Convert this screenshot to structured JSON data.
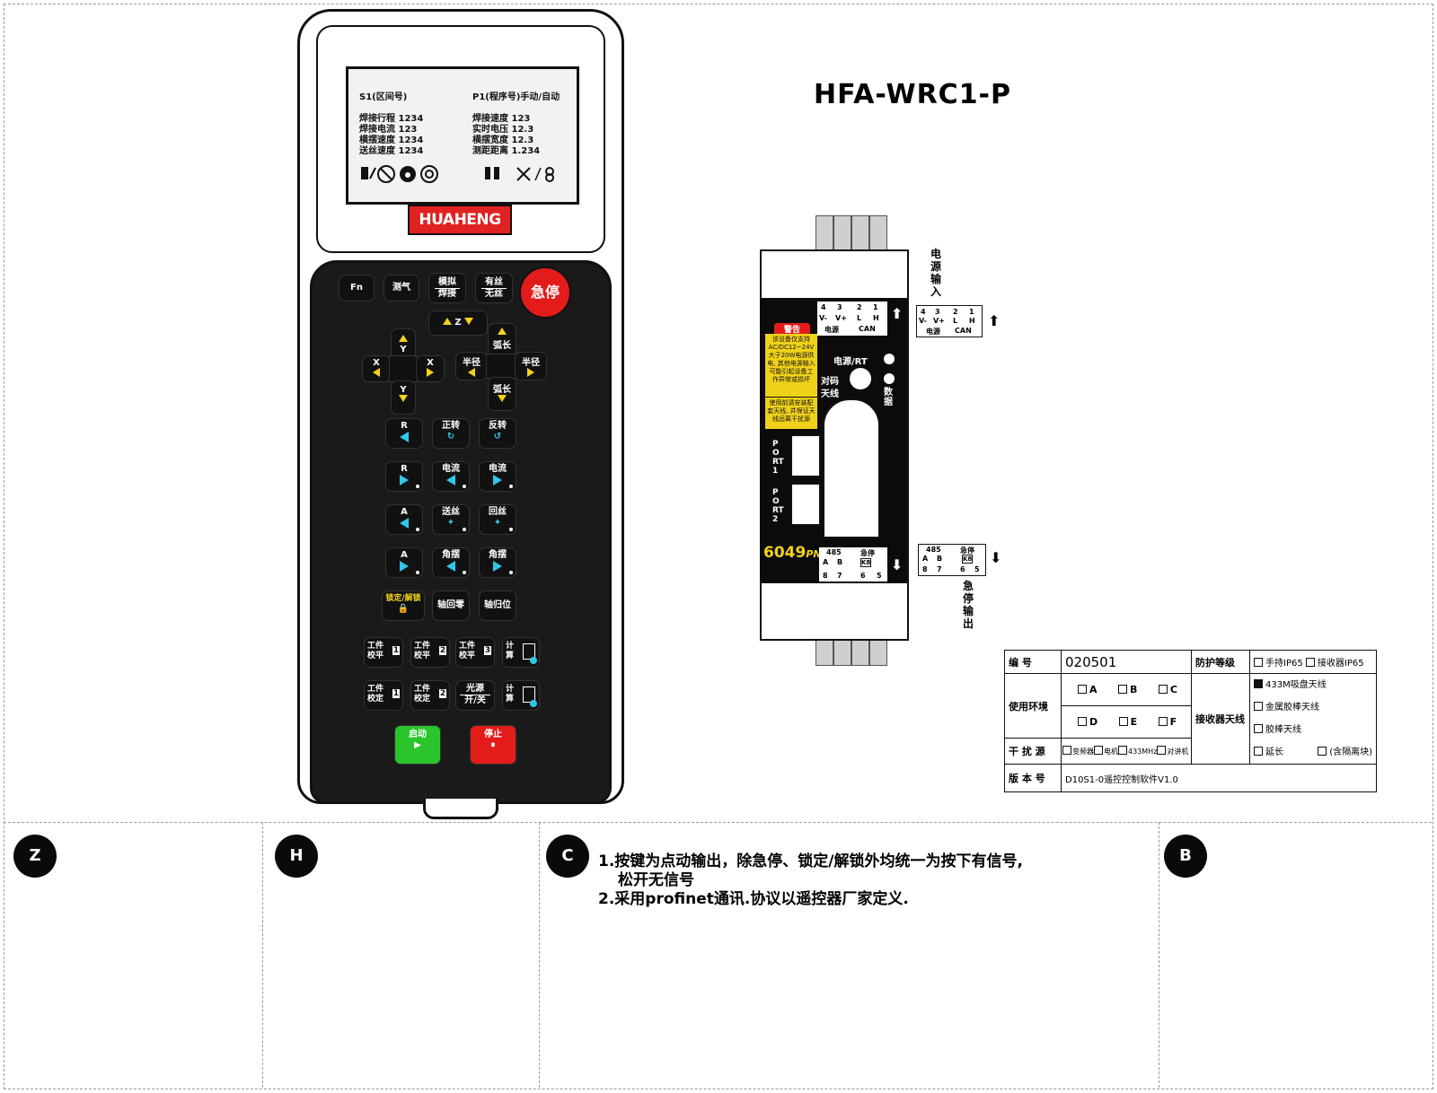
{
  "title": "HFA-WRC1-P",
  "lcd": {
    "left_header": "S1(区间号)",
    "right_header": "P1(程序号)手动/自动",
    "left_rows": [
      "焊接行程  1234",
      "焊接电流  123",
      "横摆速度  1234",
      "送丝速度  1234"
    ],
    "right_rows": [
      "焊接速度  123",
      "实时电压  12.3",
      "横摆宽度  12.3",
      "测距距离  1.234"
    ]
  },
  "logo": "HUAHENG",
  "keys": {
    "fn": "Fn",
    "gas": "测气",
    "sim1": "模拟",
    "sim2": "焊接",
    "wire1": "有丝",
    "wire2": "无丝",
    "estop": "急停",
    "z": "Z",
    "y_up": "Y",
    "y_down": "Y",
    "x_left": "X",
    "x_right": "X",
    "arc_up": "弧长",
    "arc_down": "弧长",
    "radius_left": "半径",
    "radius_right": "半径",
    "r1": "R",
    "fwd": "正转",
    "rev": "反转",
    "r2": "R",
    "cur1": "电流",
    "cur2": "电流",
    "a1": "A",
    "feed": "送丝",
    "retract": "回丝",
    "a2": "A",
    "swing1": "角摆",
    "swing2": "角摆",
    "lock": "锁定/解锁",
    "axis_zero": "轴回零",
    "axis_home": "轴归位",
    "work1": "工件\n校平",
    "work2": "工件\n校平",
    "work3": "工件\n校平",
    "calc": "计\n算",
    "cal1": "工件\n校定",
    "cal2": "工件\n校定",
    "light1": "光源",
    "light2": "开/关",
    "calc2": "计\n算",
    "start": "启动",
    "stop": "停止",
    "n1": "1",
    "n2": "2",
    "n3": "3",
    "m1": "1",
    "m2": "2"
  },
  "module": {
    "power_input": "电源输入",
    "estop_output": "急停输出",
    "warn_title": "警告",
    "warn_text1": "该设备仅支持AC/DC12~24V大于20W电源供电, 其他电源输入可能引起设备工作异常或损坏",
    "warn_text2": "使用前请安装配套天线, 并保证天线远离干扰源",
    "power_rt": "电源/RT",
    "pair": "对码",
    "antenna": "天线",
    "data": "数据",
    "port1": "PORT1",
    "port2": "PORT2",
    "model": "6049",
    "model_suffix": "PN",
    "top_pins": [
      "4",
      "3",
      "2",
      "1"
    ],
    "top_pin_labels": [
      "V-",
      "V+",
      "L",
      "H"
    ],
    "top_groups": [
      "电源",
      "CAN"
    ],
    "bottom_groups": [
      "485",
      "急停"
    ],
    "bottom_pin_labels": [
      "A",
      "B"
    ],
    "bottom_pins": [
      "8",
      "7",
      "6",
      "5"
    ],
    "relay": "K8"
  },
  "info": {
    "serial_label": "编    号",
    "serial": "020501",
    "protect_label": "防护等级",
    "protect_opt1": "手持IP65",
    "protect_opt2": "接收器IP65",
    "env_label": "使用环境",
    "env_opts": [
      "A",
      "B",
      "C",
      "D",
      "E",
      "F"
    ],
    "antenna_label": "接收器天线",
    "antenna_opts": [
      "433M吸盘天线",
      "金属胶棒天线",
      "胶棒天线",
      "延长"
    ],
    "antenna_extra": "(含隔离块)",
    "interf_label": "干 扰 源",
    "interf_opts": [
      "变频器",
      "电机",
      "433MHz",
      "对讲机"
    ],
    "version_label": "版 本 号",
    "version": "D10S1-0遥控控制软件V1.0"
  },
  "zones": [
    "Z",
    "H",
    "C",
    "B"
  ],
  "note1": "1.按键为点动输出，除急停、锁定/解锁外均统一为按下有信号,",
  "note1b": "松开无信号",
  "note2": "2.采用profinet通讯.协议以遥控器厂家定义."
}
